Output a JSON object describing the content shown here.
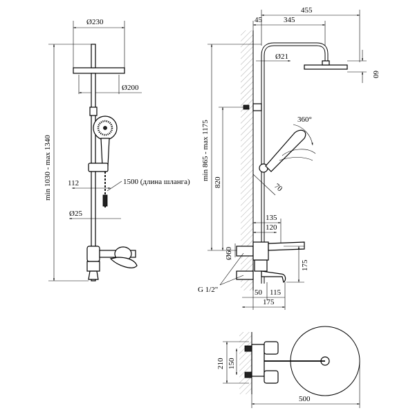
{
  "front": {
    "d230": "Ø230",
    "d200": "Ø200",
    "height_range": "min 1030 - max 1340",
    "hose_dim": "112",
    "hose_length": "1500 (длина шланга)",
    "d25": "Ø25"
  },
  "side": {
    "width_455": "455",
    "off_45": "45",
    "len_345": "345",
    "d21": "Ø21",
    "head_60": "60",
    "rotation": "360°",
    "height_range": "min 865 - max 1175",
    "h820": "820",
    "a70": "70",
    "w135": "135",
    "w120": "120",
    "d60": "Ø60",
    "h175": "175",
    "thread": "G 1/2\"",
    "w50": "50",
    "w115": "115",
    "w175": "175"
  },
  "top": {
    "h210": "210",
    "h150": "150",
    "w500": "500"
  }
}
